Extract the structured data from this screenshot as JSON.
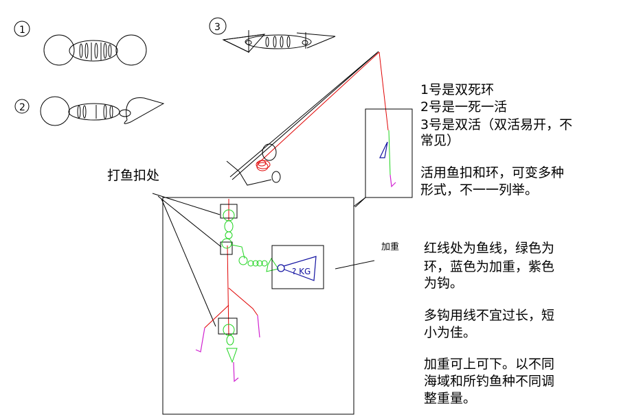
{
  "knot_labels": {
    "one": "1",
    "two": "2",
    "three": "3"
  },
  "labels": {
    "knot_point": "打鱼扣处",
    "weight": "加重",
    "weight_unit": "? KG"
  },
  "notes": {
    "knot_types": [
      "1号是双死环",
      "2号是一死一活",
      "3号是双活（双活易开，不",
      "常见）"
    ],
    "flexible": [
      "活用鱼扣和环，可变多种",
      "形式，不一一列举。"
    ],
    "legend": [
      "红线处为鱼线，绿色为",
      "环，蓝色为加重，紫色",
      "为钩。"
    ],
    "multi_hook": [
      "多钩用线不宜过长，短",
      "小为佳。"
    ],
    "weight_note": [
      "加重可上可下。以不同",
      "海域和所钓鱼种不同调",
      "整重量。"
    ]
  },
  "colors": {
    "line": "#e00000",
    "ring": "#1ed41e",
    "weight": "#1010a0",
    "hook": "#d020d0"
  }
}
